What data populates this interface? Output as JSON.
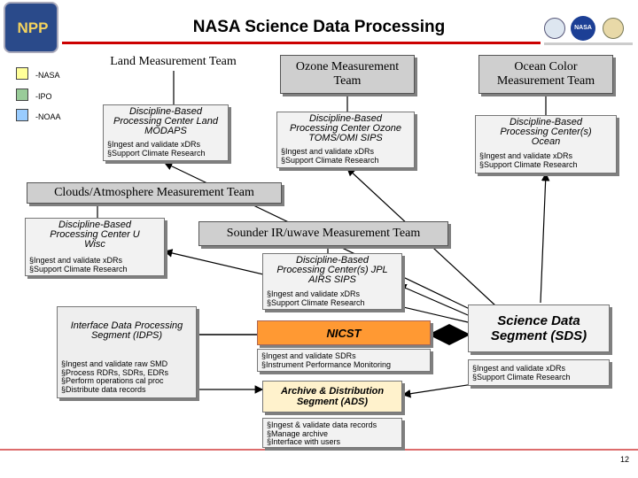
{
  "title": "NASA Science Data Processing",
  "logos": {
    "left": "NPP",
    "nasa": "NASA"
  },
  "legend": [
    {
      "label": "-NASA",
      "color": "#ffff99"
    },
    {
      "label": "-IPO",
      "color": "#99cc99"
    },
    {
      "label": "-NOAA",
      "color": "#99ccff"
    }
  ],
  "land": {
    "team": "Land Measurement Team",
    "center": "Discipline-Based Processing Center Land MODAPS",
    "bullets": [
      "§Ingest and validate xDRs",
      "§Support Climate Research"
    ]
  },
  "ozone": {
    "team": "Ozone Measurement Team",
    "center": "Discipline-Based Processing Center Ozone TOMS/OMI SIPS",
    "bullets": [
      "§Ingest and validate xDRs",
      "§Support Climate Research"
    ]
  },
  "ocean": {
    "team": "Ocean Color Measurement Team",
    "center": "Discipline-Based Processing Center(s) Ocean",
    "bullets": [
      "§Ingest and validate xDRs",
      "§Support Climate Research"
    ]
  },
  "clouds": {
    "team": "Clouds/Atmosphere Measurement Team",
    "center": "Discipline-Based Processing Center U Wisc",
    "bullets": [
      "§Ingest and validate xDRs",
      "§Support Climate Research"
    ]
  },
  "sounder": {
    "team": "Sounder IR/uwave Measurement Team",
    "center": "Discipline-Based Processing Center(s) JPL AIRS SIPS",
    "bullets": [
      "§Ingest and validate xDRs",
      "§Support Climate Research"
    ]
  },
  "idps": {
    "title": "Interface Data Processing Segment (IDPS)",
    "bullets": [
      "§Ingest and validate raw SMD",
      "§Process RDRs, SDRs, EDRs",
      "§Perform operations cal proc",
      "§Distribute data records"
    ]
  },
  "nicst": {
    "title": "NICST",
    "bullets": [
      "§Ingest and validate SDRs",
      "§Instrument Performance Monitoring"
    ]
  },
  "sds": {
    "title": "Science Data Segment (SDS)",
    "bullets": [
      "§Ingest and validate xDRs",
      "§Support Climate Research"
    ]
  },
  "ads": {
    "title": "Archive & Distribution Segment (ADS)",
    "bullets": [
      "§Ingest & validate data records",
      "§Manage archive",
      "§Interface with users"
    ]
  },
  "page_number": "12",
  "colors": {
    "nicst_fill": "#ff9933",
    "ads_fill": "#fff2cc",
    "accent_red": "#cc0000"
  }
}
